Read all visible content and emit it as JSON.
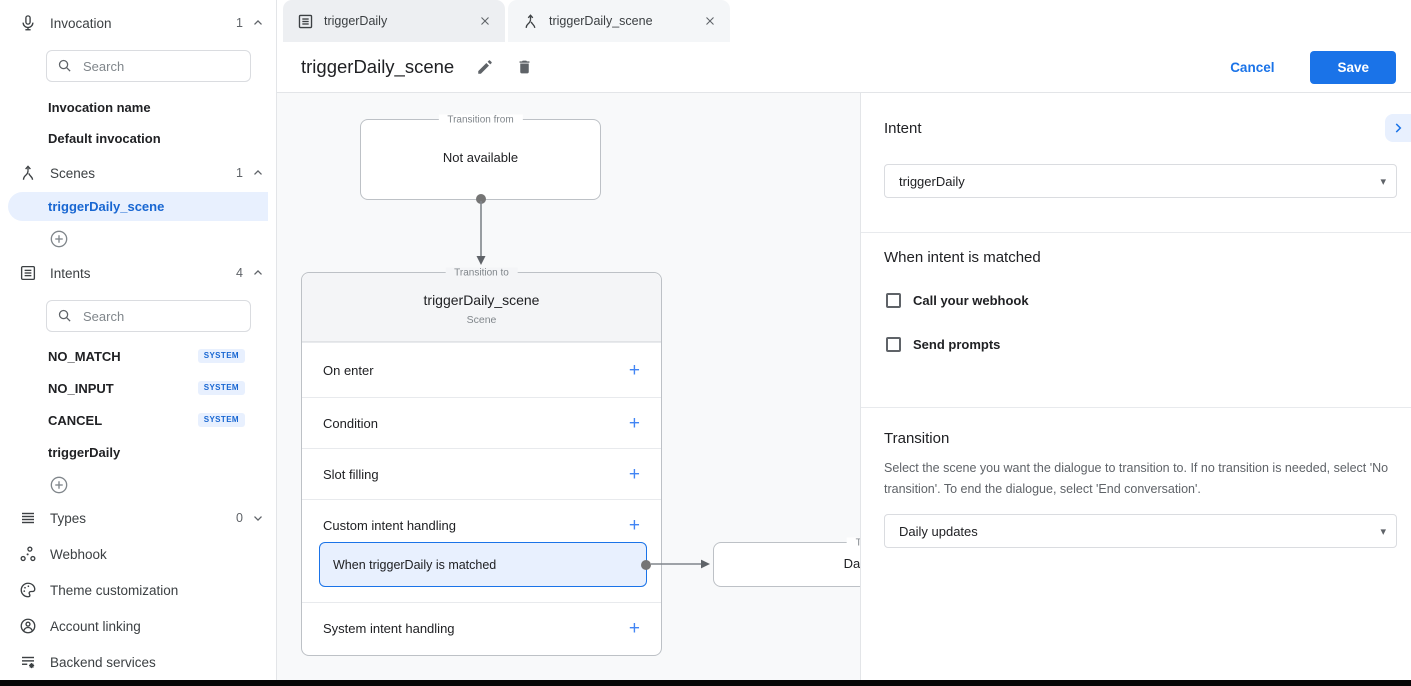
{
  "colors": {
    "accent": "#1a73e8",
    "selected_bg": "#e8f0fe",
    "canvas_bg": "#f8f9fa"
  },
  "sidebar": {
    "search_placeholder": "Search",
    "invocation": {
      "label": "Invocation",
      "count": "1",
      "items": [
        "Invocation name",
        "Default invocation"
      ]
    },
    "scenes": {
      "label": "Scenes",
      "count": "1",
      "selected_item": "triggerDaily_scene"
    },
    "intents": {
      "label": "Intents",
      "count": "4",
      "items": [
        {
          "name": "NO_MATCH",
          "badge": "SYSTEM"
        },
        {
          "name": "NO_INPUT",
          "badge": "SYSTEM"
        },
        {
          "name": "CANCEL",
          "badge": "SYSTEM"
        },
        {
          "name": "triggerDaily"
        }
      ]
    },
    "types": {
      "label": "Types",
      "count": "0"
    },
    "webhook_label": "Webhook",
    "theme_label": "Theme customization",
    "account_label": "Account linking",
    "backend_label": "Backend services"
  },
  "tabs": [
    {
      "label": "triggerDaily",
      "icon": "intent-icon"
    },
    {
      "label": "triggerDaily_scene",
      "icon": "scene-icon"
    }
  ],
  "header": {
    "title": "triggerDaily_scene",
    "cancel_label": "Cancel",
    "save_label": "Save"
  },
  "canvas": {
    "transition_from": {
      "legend": "Transition from",
      "content": "Not available"
    },
    "scene_card": {
      "legend": "Transition to",
      "title": "triggerDaily_scene",
      "subtitle": "Scene",
      "rows": [
        "On enter",
        "Condition",
        "Slot filling",
        "Custom intent handling",
        "System intent handling"
      ],
      "custom_handler": "When triggerDaily is matched"
    },
    "target_card": {
      "legend": "Transition to",
      "content": "Daily updates"
    }
  },
  "panel": {
    "intent_heading": "Intent",
    "intent_value": "triggerDaily",
    "matched_heading": "When intent is matched",
    "checkbox_webhook": "Call your webhook",
    "checkbox_prompts": "Send prompts",
    "transition_heading": "Transition",
    "transition_desc": "Select the scene you want the dialogue to transition to. If no transition is needed, select 'No transition'. To end the dialogue, select 'End conversation'.",
    "transition_value": "Daily updates"
  }
}
